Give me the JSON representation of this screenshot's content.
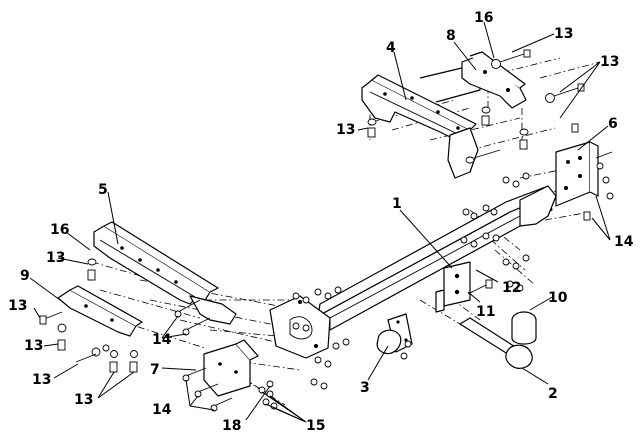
{
  "callouts": {
    "c1": "1",
    "c2": "2",
    "c3": "3",
    "c4": "4",
    "c5": "5",
    "c6": "6",
    "c7": "7",
    "c8": "8",
    "c9": "9",
    "c10": "10",
    "c11": "11",
    "c12": "12",
    "c13a": "13",
    "c13b": "13",
    "c13c": "13",
    "c13d": "13",
    "c13e": "13",
    "c13f": "13",
    "c13g": "13",
    "c13h": "13",
    "c14a": "14",
    "c14b": "14",
    "c14c": "14",
    "c15": "15",
    "c16a": "16",
    "c16b": "16",
    "c18": "18"
  },
  "colors": {
    "line": "#000000",
    "background": "#ffffff"
  }
}
